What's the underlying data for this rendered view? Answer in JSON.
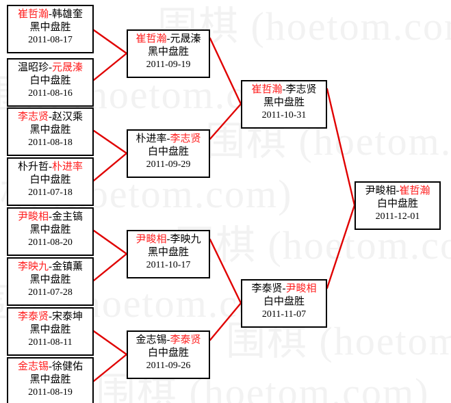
{
  "diagram": {
    "type": "single-elimination-bracket",
    "accent_color": "#ff2020",
    "line_color": "#e00000",
    "border_color": "#000000",
    "background": "#ffffff"
  },
  "watermark": {
    "text": "围棋 (hoetom.com)",
    "color": "#f2f2f2",
    "lines": [
      "围棋 (hoetom.com)",
      "围棋 (hoetom.com)",
      "围棋 (hoetom.com)",
      "围棋 (hoetom.com)",
      "围棋 (hoetom.com)",
      "围棋 (hoetom.com)",
      "围棋 (hoetom.com)",
      "围棋 (hoetom.com)"
    ]
  },
  "rounds": [
    {
      "name": "round-1",
      "matches": [
        {
          "id": "r1m1",
          "left": "崔哲瀚",
          "right": "韩雄奎",
          "winner_side": "left",
          "result": "黑中盘胜",
          "date": "2011-08-17"
        },
        {
          "id": "r1m2",
          "left": "温昭珍",
          "right": "元晟溱",
          "winner_side": "right",
          "result": "白中盘胜",
          "date": "2011-08-16"
        },
        {
          "id": "r1m3",
          "left": "李志贤",
          "right": "赵汉乘",
          "winner_side": "left",
          "result": "黑中盘胜",
          "date": "2011-08-18"
        },
        {
          "id": "r1m4",
          "left": "朴升哲",
          "right": "朴进率",
          "winner_side": "right",
          "result": "白中盘胜",
          "date": "2011-07-18"
        },
        {
          "id": "r1m5",
          "left": "尹畯相",
          "right": "金主镐",
          "winner_side": "left",
          "result": "黑中盘胜",
          "date": "2011-08-20"
        },
        {
          "id": "r1m6",
          "left": "李映九",
          "right": "金镇薰",
          "winner_side": "left",
          "result": "黑中盘胜",
          "date": "2011-07-28"
        },
        {
          "id": "r1m7",
          "left": "李泰贤",
          "right": "宋泰坤",
          "winner_side": "left",
          "result": "黑中盘胜",
          "date": "2011-08-11"
        },
        {
          "id": "r1m8",
          "left": "金志锡",
          "right": "徐健佑",
          "winner_side": "left",
          "result": "黑中盘胜",
          "date": "2011-08-19"
        }
      ]
    },
    {
      "name": "round-2",
      "matches": [
        {
          "id": "r2m1",
          "left": "崔哲瀚",
          "right": "元晟溱",
          "winner_side": "left",
          "result": "黑中盘胜",
          "date": "2011-09-19"
        },
        {
          "id": "r2m2",
          "left": "朴进率",
          "right": "李志贤",
          "winner_side": "right",
          "result": "白中盘胜",
          "date": "2011-09-29"
        },
        {
          "id": "r2m3",
          "left": "尹畯相",
          "right": "李映九",
          "winner_side": "left",
          "result": "黑中盘胜",
          "date": "2011-10-17"
        },
        {
          "id": "r2m4",
          "left": "金志锡",
          "right": "李泰贤",
          "winner_side": "right",
          "result": "白中盘胜",
          "date": "2011-09-26"
        }
      ]
    },
    {
      "name": "semifinal",
      "matches": [
        {
          "id": "sf1",
          "left": "崔哲瀚",
          "right": "李志贤",
          "winner_side": "left",
          "result": "黑中盘胜",
          "date": "2011-10-31"
        },
        {
          "id": "sf2",
          "left": "李泰贤",
          "right": "尹畯相",
          "winner_side": "right",
          "result": "白中盘胜",
          "date": "2011-11-07"
        }
      ]
    },
    {
      "name": "final",
      "matches": [
        {
          "id": "f1",
          "left": "尹畯相",
          "right": "崔哲瀚",
          "winner_side": "right",
          "result": "白中盘胜",
          "date": "2011-12-01"
        }
      ]
    }
  ]
}
